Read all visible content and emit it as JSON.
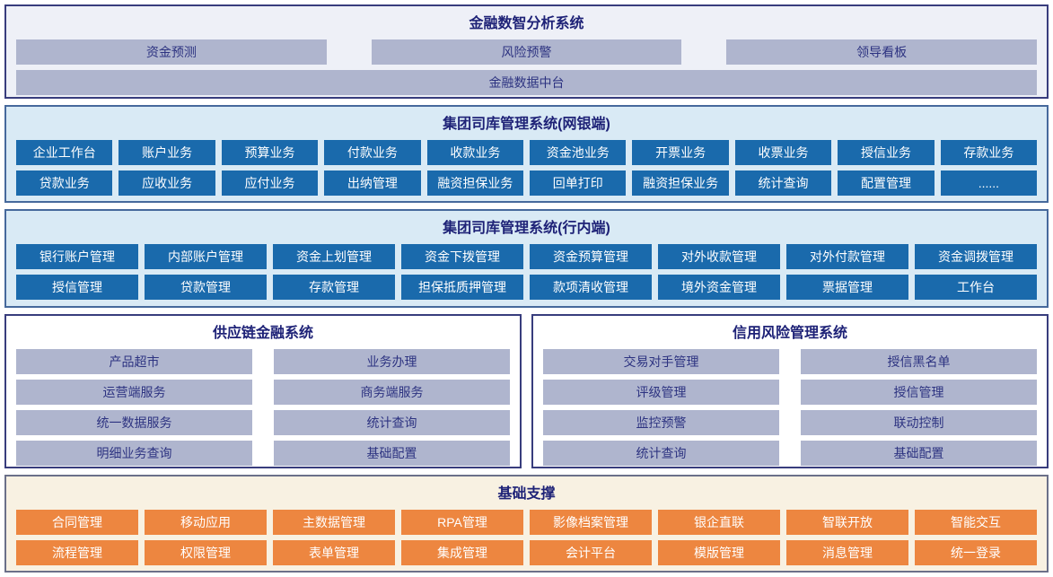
{
  "colors": {
    "title_text": "#1e2277",
    "lavender_panel_bg": "#eef0f7",
    "blue_panel_bg": "#d9eaf5",
    "cream_panel_bg": "#f8f1e2",
    "gray_block": "#afb5ce",
    "gray_block_text": "#2d3381",
    "blue_block": "#1a6aac",
    "orange_block": "#ed8640",
    "navy_border": "#383d7d",
    "blue_border": "#46699c"
  },
  "sections": {
    "analysis": {
      "title": "金融数智分析系统",
      "rows": [
        [
          "资金预测",
          "风险预警",
          "领导看板"
        ],
        [
          "金融数据中台"
        ]
      ]
    },
    "ebank": {
      "title": "集团司库管理系统(网银端)",
      "rows": [
        [
          "企业工作台",
          "账户业务",
          "预算业务",
          "付款业务",
          "收款业务",
          "资金池业务",
          "开票业务",
          "收票业务",
          "授信业务",
          "存款业务"
        ],
        [
          "贷款业务",
          "应收业务",
          "应付业务",
          "出纳管理",
          "融资担保业务",
          "回单打印",
          "融资担保业务",
          "统计查询",
          "配置管理",
          "......"
        ]
      ]
    },
    "inbank": {
      "title": "集团司库管理系统(行内端)",
      "rows": [
        [
          "银行账户管理",
          "内部账户管理",
          "资金上划管理",
          "资金下拨管理",
          "资金预算管理",
          "对外收款管理",
          "对外付款管理",
          "资金调拨管理"
        ],
        [
          "授信管理",
          "贷款管理",
          "存款管理",
          "担保抵质押管理",
          "款项清收管理",
          "境外资金管理",
          "票据管理",
          "工作台"
        ]
      ]
    },
    "supply": {
      "title": "供应链金融系统",
      "rows": [
        [
          "产品超市",
          "业务办理"
        ],
        [
          "运营端服务",
          "商务端服务"
        ],
        [
          "统一数据服务",
          "统计查询"
        ],
        [
          "明细业务查询",
          "基础配置"
        ]
      ]
    },
    "credit": {
      "title": "信用风险管理系统",
      "rows": [
        [
          "交易对手管理",
          "授信黑名单"
        ],
        [
          "评级管理",
          "授信管理"
        ],
        [
          "监控预警",
          "联动控制"
        ],
        [
          "统计查询",
          "基础配置"
        ]
      ]
    },
    "foundation": {
      "title": "基础支撑",
      "rows": [
        [
          "合同管理",
          "移动应用",
          "主数据管理",
          "RPA管理",
          "影像档案管理",
          "银企直联",
          "智联开放",
          "智能交互"
        ],
        [
          "流程管理",
          "权限管理",
          "表单管理",
          "集成管理",
          "会计平台",
          "模版管理",
          "消息管理",
          "统一登录"
        ]
      ]
    }
  }
}
